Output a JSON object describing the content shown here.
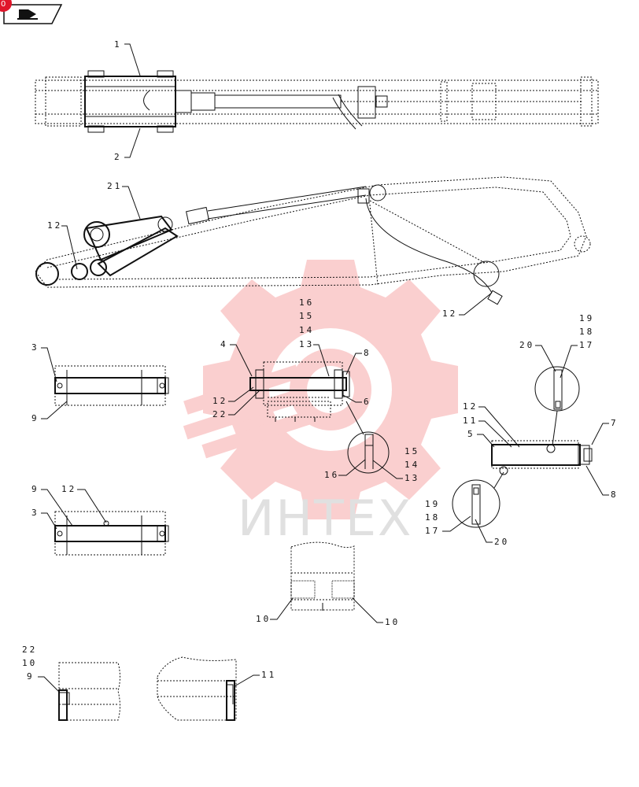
{
  "watermark": {
    "text": "ИНТЕХ",
    "color": "#f06a6a"
  },
  "nav": {
    "icon": "book-arrow-icon",
    "badge_color": "#e0162b",
    "badge_text": "0"
  },
  "callouts": {
    "n1": "1",
    "n2": "2",
    "n21": "21",
    "n12a": "12",
    "n12b": "12",
    "s2_16": "16",
    "s2_15": "15",
    "s2_14": "14",
    "s2_13": "13",
    "s2_4": "4",
    "s2_8": "8",
    "s2_12": "12",
    "s2_22": "22",
    "s2_6": "6",
    "s2_15b": "15",
    "s2_14b": "14",
    "s2_13b": "13",
    "s2_16b": "16",
    "s1_3": "3",
    "s1_9": "9",
    "s3_9": "9",
    "s3_12": "12",
    "s3_3": "3",
    "s4_19": "19",
    "s4_18": "18",
    "s4_17": "17",
    "s4_20": "20",
    "s4_12": "12",
    "s4_11": "11",
    "s4_5": "5",
    "s4_7": "7",
    "s4_8": "8",
    "s4_19b": "19",
    "s4_18b": "18",
    "s4_17b": "17",
    "s4_20b": "20",
    "s5_10a": "10",
    "s5_10b": "10",
    "s6_22": "22",
    "s6_10": "10",
    "s6_9": "9",
    "s7_11": "11"
  }
}
